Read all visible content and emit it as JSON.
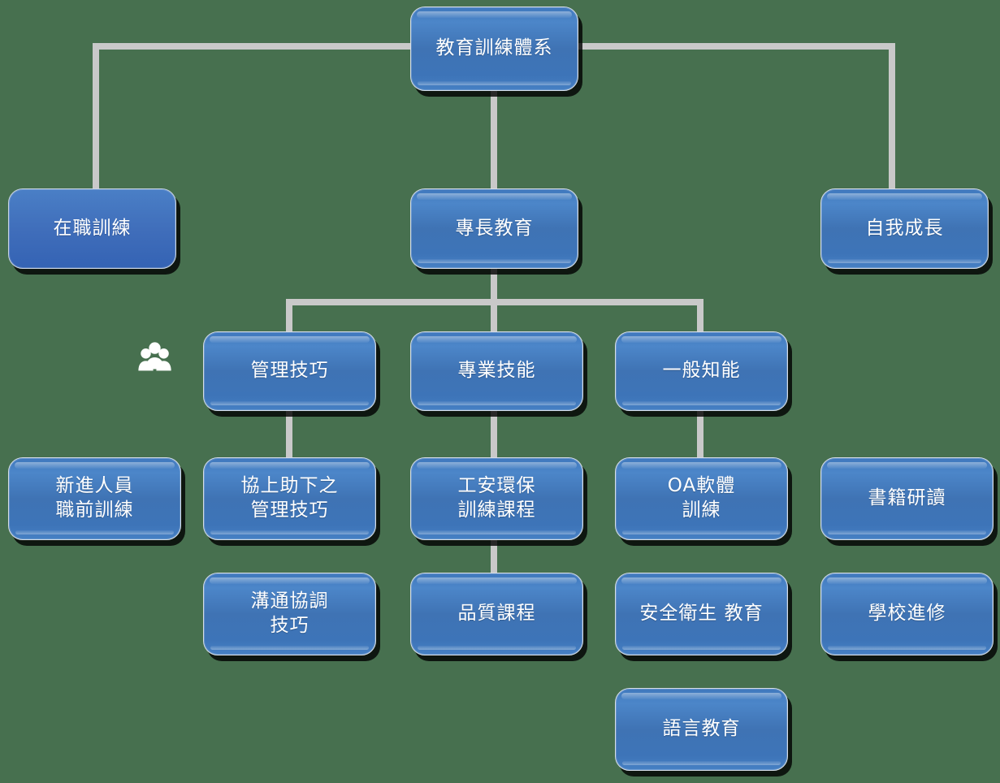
{
  "diagram": {
    "title": "教育訓練體系",
    "type": "organization-chart",
    "background_color": "#47704f",
    "connector_color": "#c9c9c9",
    "node_fill_color": "#3f76ba",
    "node_flat_fill_color": "#3f6dba",
    "node_text_color": "#ffffff"
  },
  "nodes": {
    "root": "教育訓練體系",
    "on_job_training": "在職訓練",
    "specialty_education": "專長教育",
    "self_growth": "自我成長",
    "management_skills": "管理技巧",
    "professional_skills": "專業技能",
    "general_knowledge": "一般知能",
    "new_employee_orientation": "新進人員\n職前訓練",
    "support_management_skills": "協上助下之\n管理技巧",
    "safety_env_training": "工安環保\n訓練課程",
    "oa_software_training": "OA軟體\n訓練",
    "book_reading": "書籍研讀",
    "communication_skills": "溝通協調\n技巧",
    "quality_course": "品質課程",
    "safety_health_education": "安全衛生 教育",
    "school_study": "學校進修",
    "language_education": "語言教育"
  },
  "icons": {
    "people": "people-group-icon"
  }
}
